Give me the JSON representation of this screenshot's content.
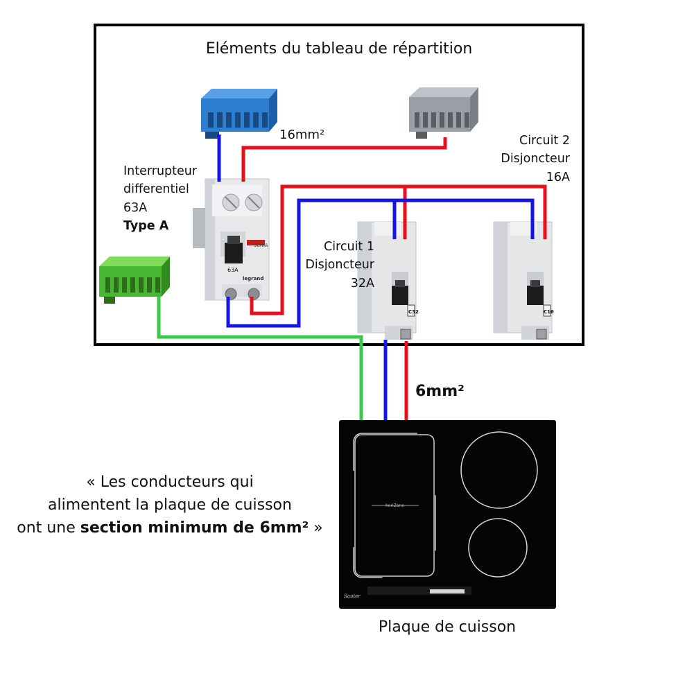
{
  "panel": {
    "title": "Eléments du tableau de répartition"
  },
  "sections": {
    "sec_16": "16mm²",
    "sec_6": "6mm²"
  },
  "differential_switch": {
    "line1": "Interrupteur",
    "line2": "differentiel",
    "line3": "63A",
    "line4": "Type A",
    "device_rating": "63A",
    "device_sensitivity": "30mA",
    "device_brand": "legrand"
  },
  "circuit_1": {
    "line1": "Circuit 1",
    "line2": "Disjoncteur",
    "line3": "32A",
    "device_rating": "C32"
  },
  "circuit_2": {
    "line1": "Circuit 2",
    "line2": "Disjoncteur",
    "line3": "16A",
    "device_rating": "C16"
  },
  "quote": {
    "line1": "« Les conducteurs qui",
    "line2": "alimentent la plaque de cuisson",
    "line3_normal": "ont une ",
    "line3_bold": "section minimum de 6mm²",
    "line3_end": " »"
  },
  "hob": {
    "label": "Plaque de cuisson",
    "brand": "Sauter",
    "zone_label": "horiZone"
  },
  "colors": {
    "neutral_wire": "#1414e6",
    "phase_wire": "#e8101c",
    "earth_wire": "#3cc84c",
    "neutral_bar": "#2f7fd0",
    "phase_bar": "#9a9ea6",
    "earth_bar": "#48b832",
    "breaker_body": "#e4e6e8",
    "hob_glass": "#050505"
  }
}
